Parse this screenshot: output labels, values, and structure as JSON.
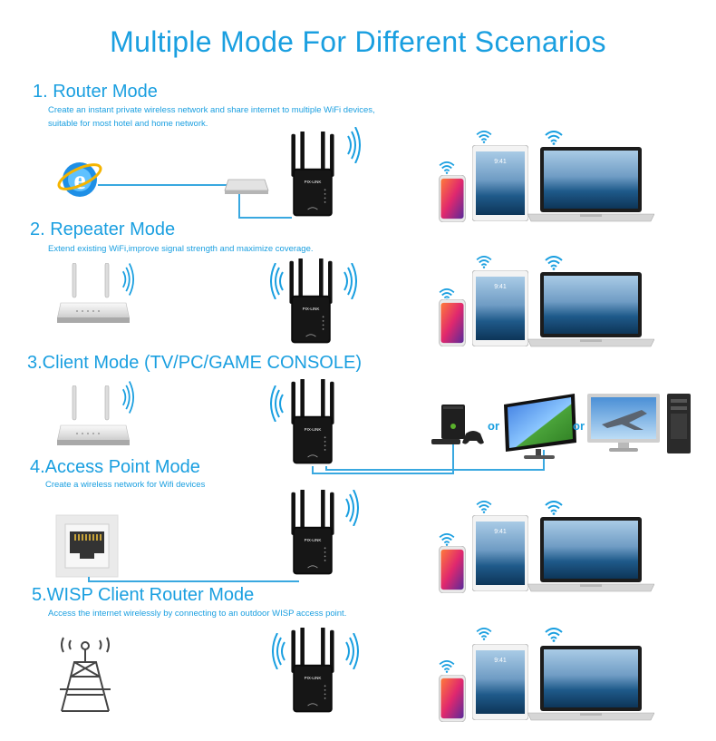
{
  "title": "Multiple Mode For Different Scenarios",
  "modes": [
    {
      "title": "1. Router Mode",
      "desc1": "Create an instant private wireless network and share internet to multiple WiFi devices,",
      "desc2": "suitable for most hotel and home network."
    },
    {
      "title": "2. Repeater Mode",
      "desc1": "Extend existing WiFi,improve signal strength and maximize coverage."
    },
    {
      "title": "3.Client Mode (TV/PC/GAME CONSOLE)"
    },
    {
      "title": "4.Access Point Mode",
      "desc1": "Create a wireless network for Wifi devices"
    },
    {
      "title": "5.WISP Client Router Mode",
      "desc1": "Access the internet wirelessly by connecting to an outdoor WISP access point."
    }
  ],
  "or_label": "or",
  "device_brand": "PIX-LINK",
  "colors": {
    "accent": "#1a9fe0",
    "line": "#39a8e0"
  },
  "icons": [
    "internet-explorer-icon",
    "network-switch-icon",
    "wifi-repeater-icon",
    "wifi-router-icon",
    "smartphone-icon",
    "tablet-icon",
    "laptop-icon",
    "game-console-icon",
    "tv-monitor-icon",
    "desktop-pc-icon",
    "ethernet-port-icon",
    "wisp-tower-icon",
    "wifi-signal-icon"
  ]
}
